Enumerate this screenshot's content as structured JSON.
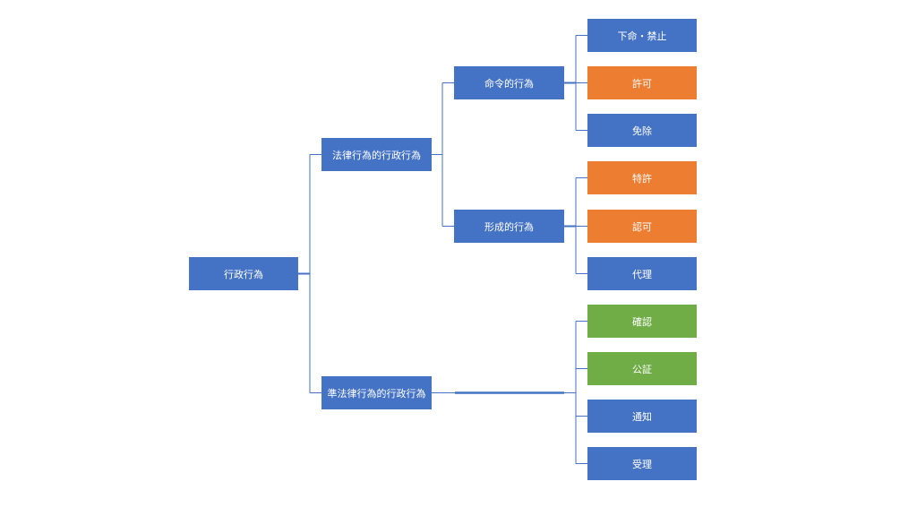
{
  "colors": {
    "blue": "#4472c4",
    "orange": "#ed7d31",
    "green": "#70ad47",
    "connector": "#4472c4"
  },
  "diagram": {
    "root": {
      "label": "行政行為"
    },
    "branches": [
      {
        "label": "法律行為的行政行為"
      },
      {
        "label": "準法律行為的行政行為"
      }
    ],
    "sub_branches": [
      {
        "label": "命令的行為"
      },
      {
        "label": "形成的行為"
      }
    ],
    "leaves": [
      {
        "label": "下命・禁止",
        "color": "blue"
      },
      {
        "label": "許可",
        "color": "orange"
      },
      {
        "label": "免除",
        "color": "blue"
      },
      {
        "label": "特許",
        "color": "orange"
      },
      {
        "label": "認可",
        "color": "orange"
      },
      {
        "label": "代理",
        "color": "blue"
      },
      {
        "label": "確認",
        "color": "green"
      },
      {
        "label": "公証",
        "color": "green"
      },
      {
        "label": "通知",
        "color": "blue"
      },
      {
        "label": "受理",
        "color": "blue"
      }
    ]
  }
}
